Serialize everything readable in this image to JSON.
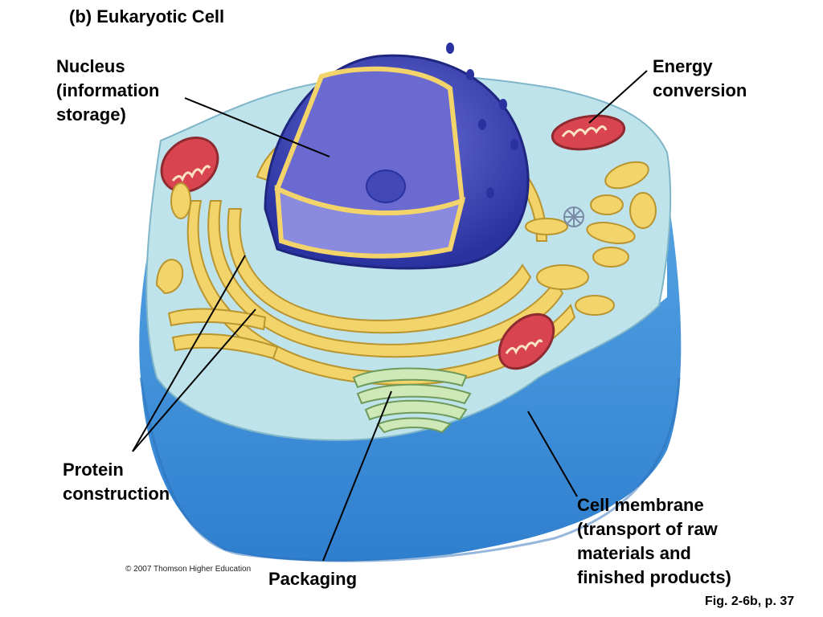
{
  "title": "(b) Eukaryotic Cell",
  "labels": {
    "nucleus": [
      "Nucleus",
      "(information",
      "storage)"
    ],
    "energy": [
      "Energy",
      "conversion"
    ],
    "protein": [
      "Protein",
      "construction"
    ],
    "membrane": [
      "Cell membrane",
      "(transport of raw",
      "materials and",
      "finished products)"
    ],
    "packaging": "Packaging"
  },
  "copyright": "© 2007 Thomson Higher Education",
  "figure_ref": "Fig. 2-6b, p. 37",
  "colors": {
    "membrane_blue": "#3f8fd6",
    "cytoplasm": "#bfe3ea",
    "nucleus": "#3c44b0",
    "er_yellow": "#f3d46a",
    "mitochondria": "#d8444f",
    "golgi_green": "#cfe8b8"
  }
}
